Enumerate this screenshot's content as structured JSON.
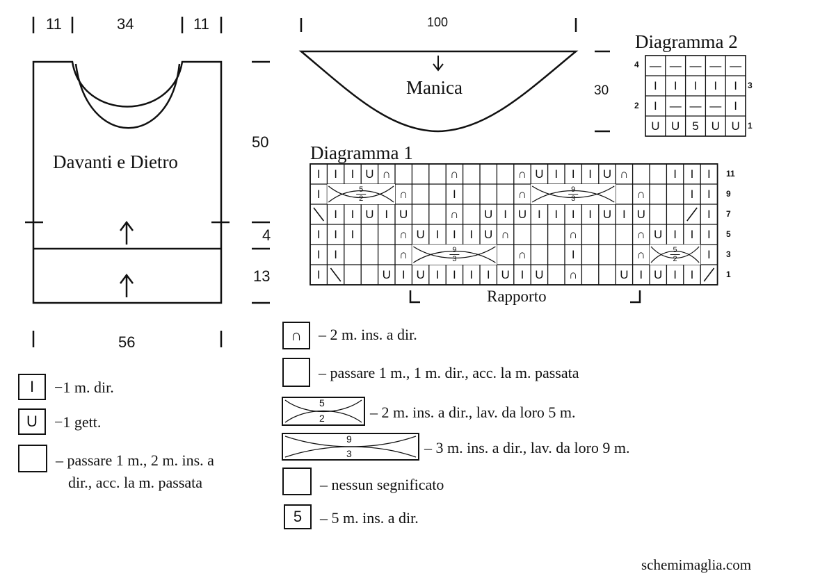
{
  "body_schematic": {
    "label": "Davanti e Dietro",
    "top_dims": [
      "11",
      "34",
      "11"
    ],
    "bottom_dim": "56",
    "side_dims": [
      "50",
      "4",
      "13"
    ]
  },
  "sleeve": {
    "label": "Manica",
    "top_dim": "100",
    "side_dim": "30"
  },
  "diagram1": {
    "title": "Diagramma 1",
    "row_labels": [
      "11",
      "9",
      "7",
      "5",
      "3",
      "1"
    ],
    "repeat_label": "Rapporto",
    "cable_5_2": [
      "5",
      "2"
    ],
    "cable_9_3": [
      "9",
      "3"
    ]
  },
  "diagram2": {
    "title": "Diagramma 2",
    "left_row_labels": [
      "4",
      "2"
    ],
    "right_row_labels": [
      "3",
      "1"
    ],
    "bottom_row": [
      "U",
      "U",
      "5",
      "U",
      "U"
    ]
  },
  "legend": {
    "knit": {
      "glyph": "I",
      "text": "−1 m. dir."
    },
    "yarn_over": {
      "glyph": "U",
      "text": "−1 gett."
    },
    "k2tog_psso_label": [
      "– passare 1 m., 2 m. ins. a",
      "dir., acc. la m. passata"
    ],
    "k2tog": {
      "glyph": "∩",
      "text": "– 2 m. ins. a dir."
    },
    "skp": {
      "text": "– passare 1 m., 1 m. dir., acc. la m. passata"
    },
    "cable5": {
      "top": "5",
      "bottom": "2",
      "text": "– 2 m. ins. a dir., lav. da loro 5 m."
    },
    "cable9": {
      "top": "9",
      "bottom": "3",
      "text": "– 3 m. ins. a dir., lav. da loro 9 m."
    },
    "empty": {
      "text": "– nessun segnificato"
    },
    "five": {
      "glyph": "5",
      "text": "–  5 m. ins. a dir."
    }
  },
  "credit": "schemimaglia.com"
}
